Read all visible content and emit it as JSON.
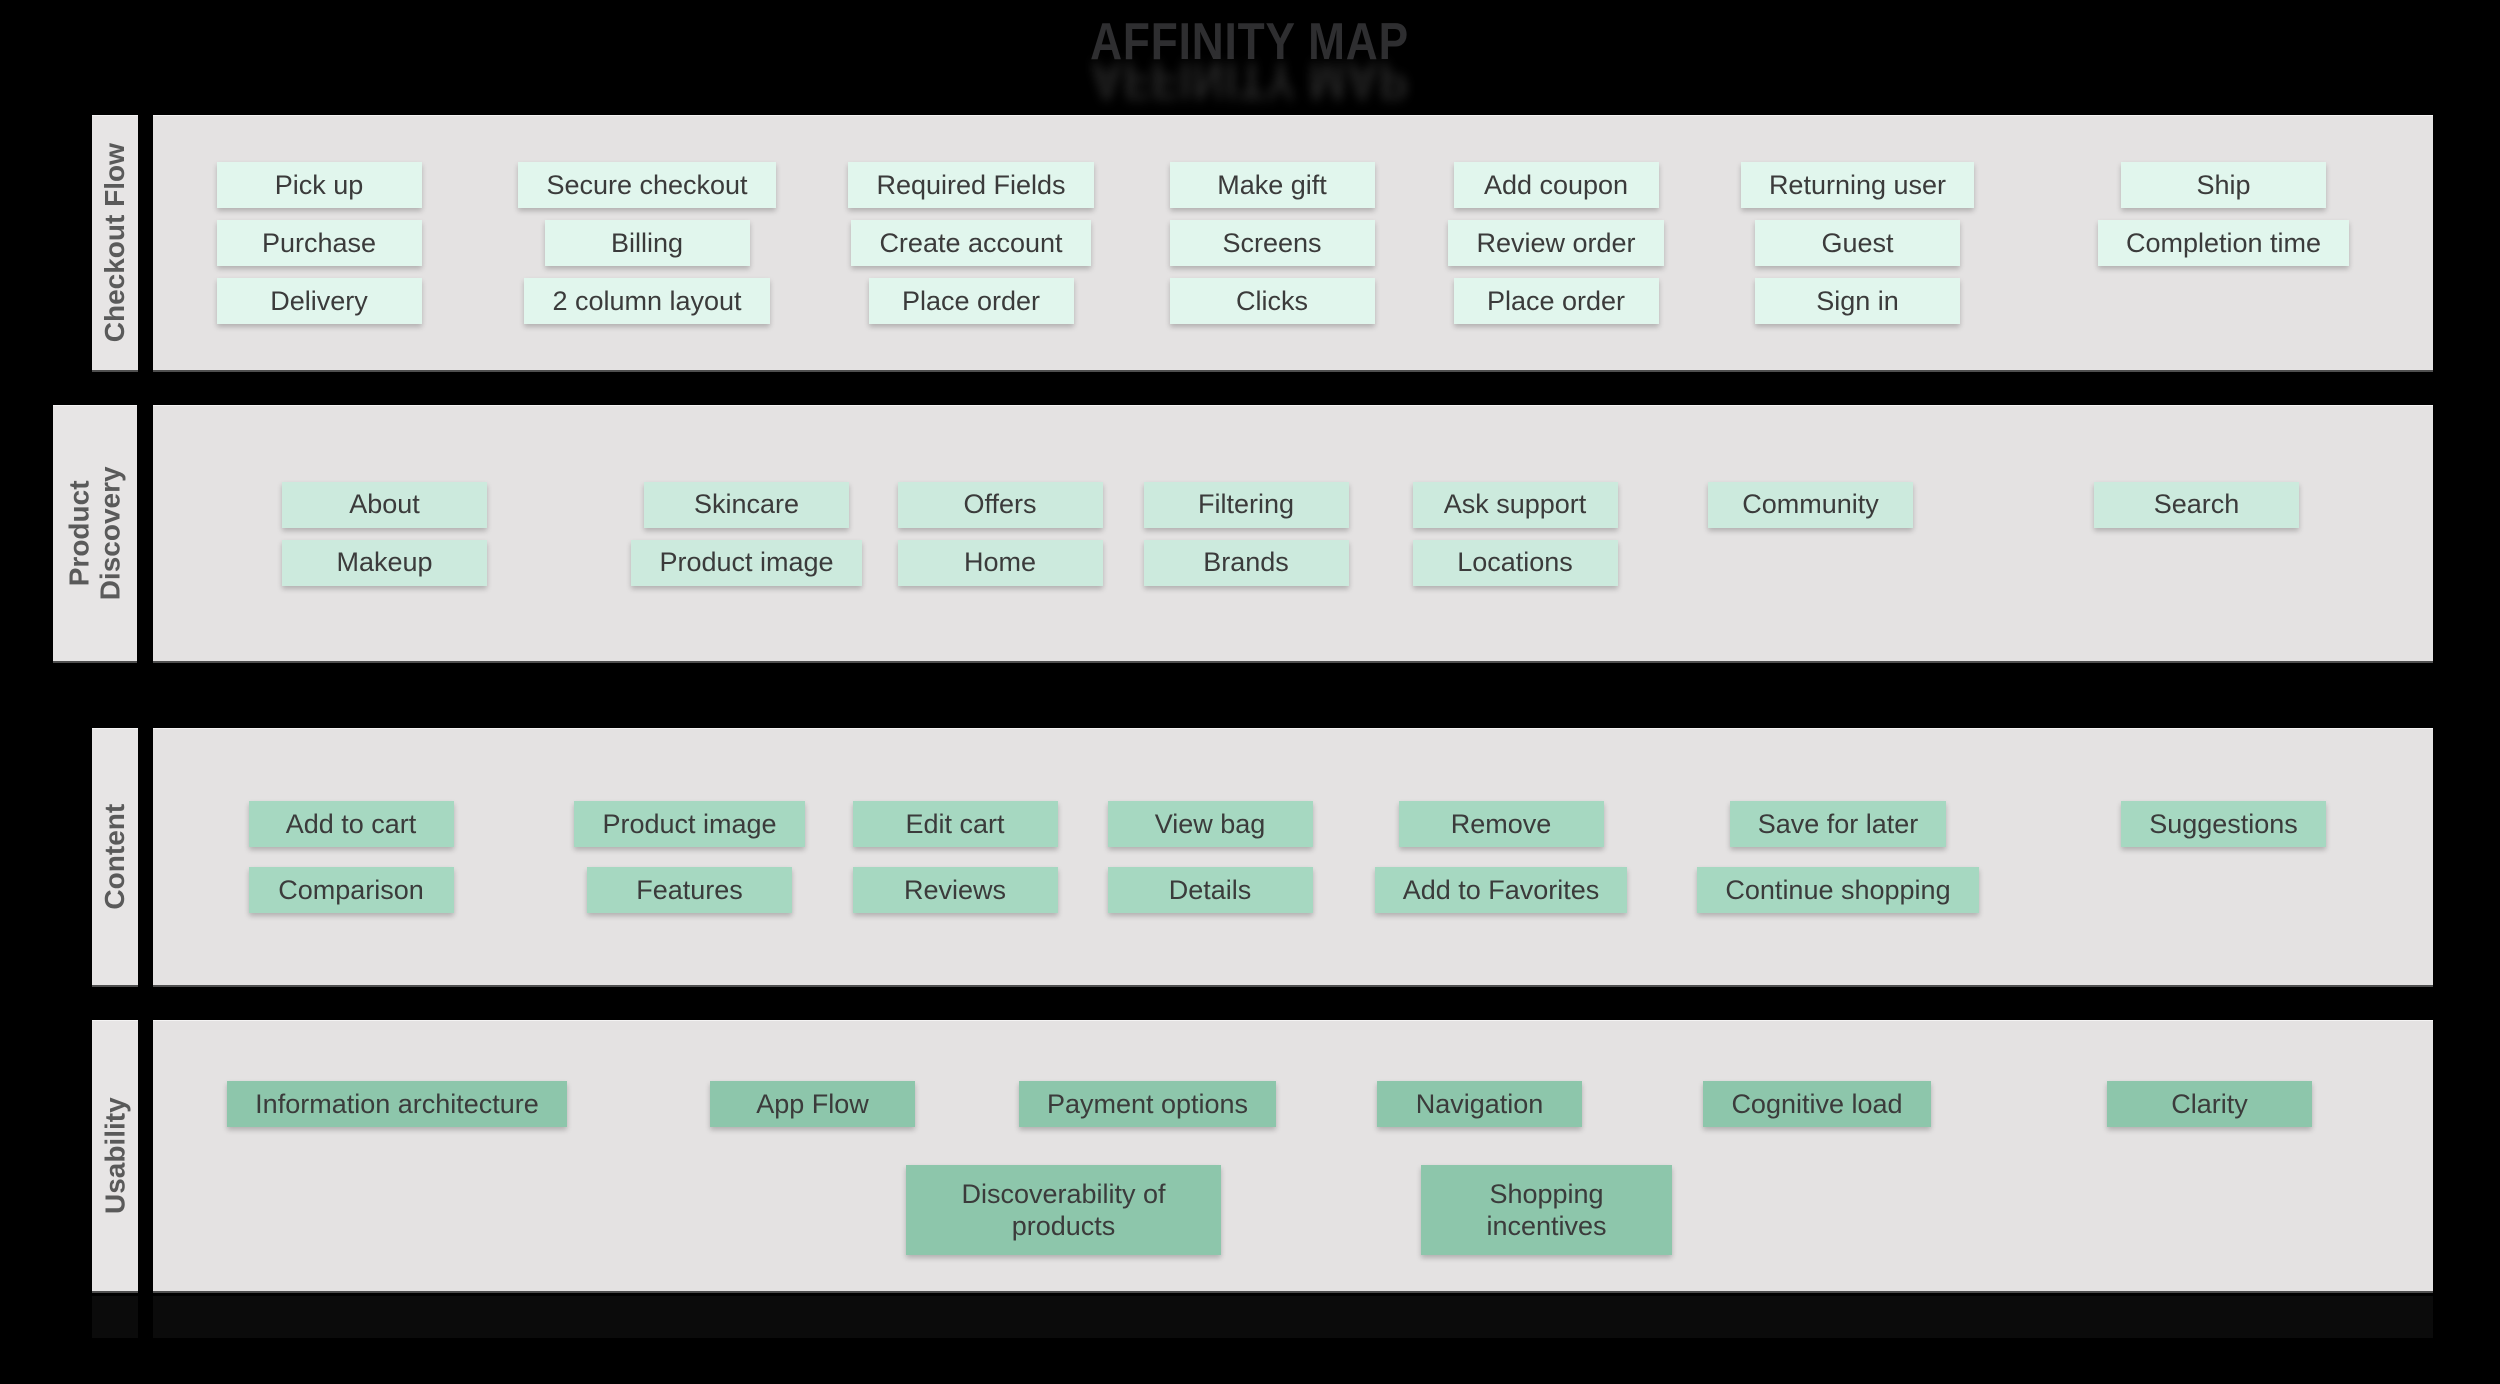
{
  "title": "AFFINITY MAP",
  "colors": {
    "background": "#000000",
    "panel": "#e4e2e2",
    "label_bar": "#e7e5e5",
    "label_text": "#5a5a5a",
    "card_text": "#3b3b3b",
    "checkout_flow_card": "#e1f6ed",
    "product_discovery_card": "#cceadd",
    "content_card": "#a6d8c1",
    "usability_card": "#8dc6ab"
  },
  "sections": [
    {
      "label": "Checkout Flow",
      "card_color": "#e1f6ed",
      "rows": [
        [
          "Pick up",
          "Secure checkout",
          "Required Fields",
          "Make gift",
          "Add coupon",
          "Returning user",
          "Ship"
        ],
        [
          "Purchase",
          "Billing",
          "Create account",
          "Screens",
          "Review order",
          "Guest",
          "Completion time"
        ],
        [
          "Delivery",
          "2 column layout",
          "Place order",
          "Clicks",
          "Place order",
          "Sign in",
          null
        ]
      ]
    },
    {
      "label": "Product Discovery",
      "card_color": "#cceadd",
      "rows": [
        [
          "About",
          "Skincare",
          "Offers",
          "Filtering",
          "Ask support",
          "Community",
          "Search"
        ],
        [
          "Makeup",
          "Product image",
          "Home",
          "Brands",
          "Locations",
          null,
          null
        ]
      ]
    },
    {
      "label": "Content",
      "card_color": "#a6d8c1",
      "rows": [
        [
          "Add to cart",
          "Product image",
          "Edit cart",
          "View bag",
          "Remove",
          "Save for later",
          "Suggestions"
        ],
        [
          "Comparison",
          "Features",
          "Reviews",
          "Details",
          "Add to Favorites",
          "Continue shopping",
          null
        ]
      ]
    },
    {
      "label": "Usability",
      "card_color": "#8dc6ab",
      "rows": [
        [
          "Information architecture",
          "App Flow",
          "Payment options",
          "Navigation",
          "Cognitive load",
          "Clarity"
        ],
        [
          "Discoverability of products",
          "Shopping incentives"
        ]
      ]
    }
  ]
}
